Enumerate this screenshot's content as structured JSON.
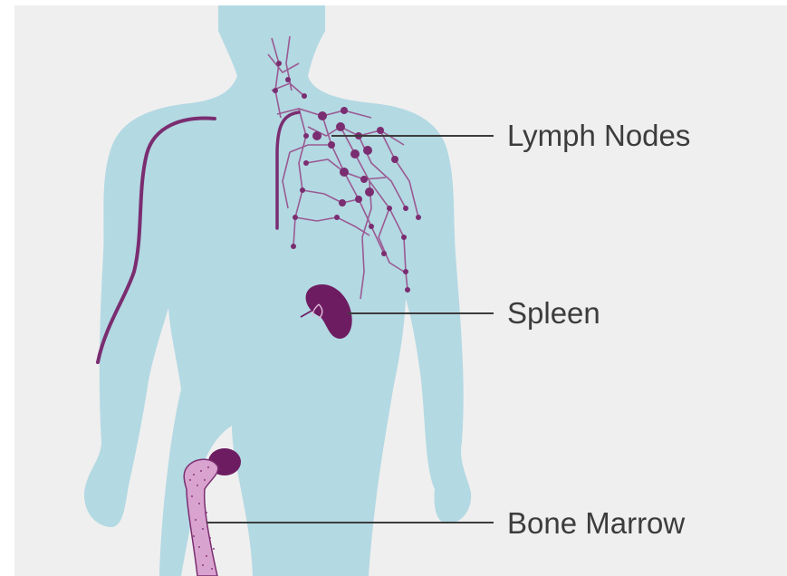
{
  "labels": {
    "lymph_nodes": "Lymph Nodes",
    "spleen": "Spleen",
    "bone_marrow": "Bone Marrow"
  },
  "colors": {
    "background": "#efefef",
    "body": "#b3d9e3",
    "lymph": "#7a2d70",
    "lymph_light": "#9a5a92",
    "spleen": "#6e1c62",
    "bone": "#d9a3cf",
    "bone_dots": "#8a3a7e",
    "leader_line": "#3c3c3c",
    "text": "#3c3c3c"
  }
}
